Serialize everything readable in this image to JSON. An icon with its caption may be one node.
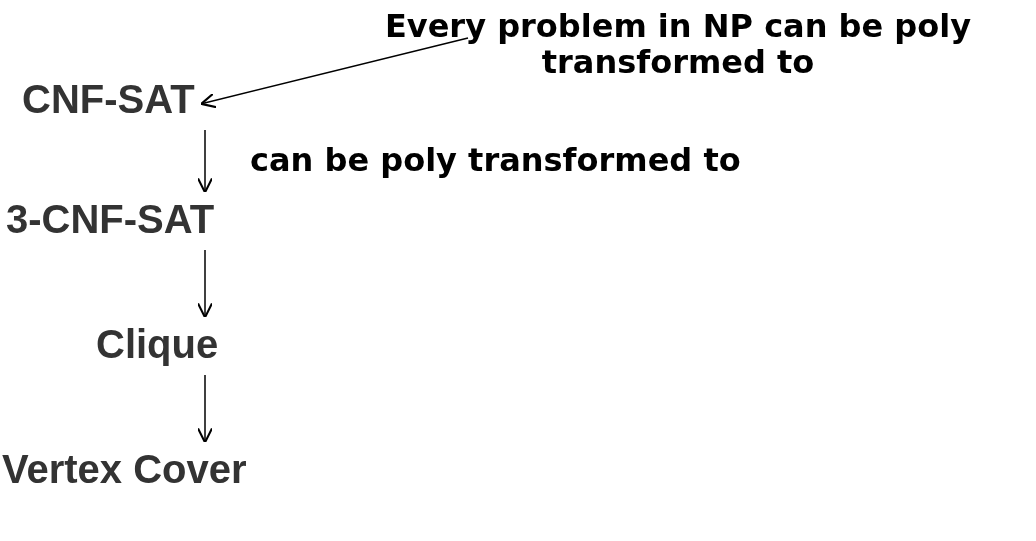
{
  "diagram": {
    "nodes": [
      {
        "text": [
          "Every problem in NP can be poly transformed to"
        ]
      },
      {
        "text": [
          "CNF-SAT"
        ]
      },
      {
        "text": [
          "3-CNF-SAT"
        ]
      },
      {
        "text": [
          "Clique"
        ]
      },
      {
        "text": [
          "Vertex Cover"
        ]
      }
    ],
    "edges": [
      {
        "from": 0,
        "to": 1,
        "arrow": "to"
      },
      {
        "from": 1,
        "to": 2,
        "arrow": "to",
        "label": "can be poly transformed to"
      },
      {
        "from": 2,
        "to": 3,
        "arrow": "to"
      },
      {
        "from": 3,
        "to": 4,
        "arrow": "to"
      }
    ]
  }
}
